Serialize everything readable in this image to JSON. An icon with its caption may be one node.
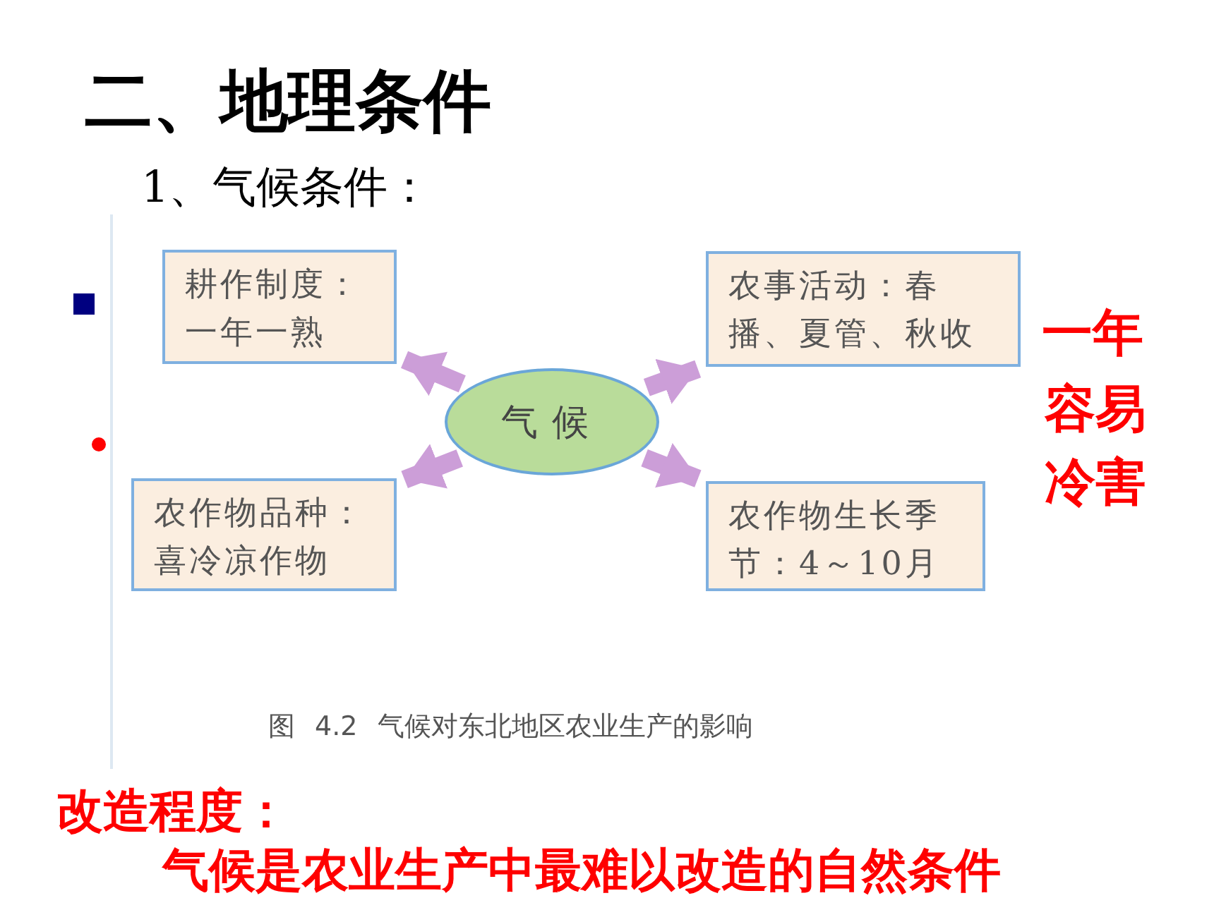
{
  "diagram": {
    "title": "二、地理条件",
    "caption": "图 4.2 气候对东北地区农业生产的影响",
    "nodes": [
      {
        "text": [
          "耕作制度：一年一熟"
        ]
      },
      {
        "text": [
          "农事活动：春播、夏管、秋收"
        ]
      },
      {
        "text": [
          "气候"
        ]
      },
      {
        "text": [
          "农作物品种：喜冷凉作物"
        ]
      },
      {
        "text": [
          "农作物生长季节：4～10月"
        ]
      }
    ],
    "edges": [
      {
        "from": 2,
        "to": 0,
        "arrow": "to"
      },
      {
        "from": 2,
        "to": 1,
        "arrow": "to"
      },
      {
        "from": 2,
        "to": 3,
        "arrow": "to"
      },
      {
        "from": 2,
        "to": 4,
        "arrow": "to"
      }
    ],
    "labels": [
      "1、气候条件：",
      "一年",
      "容易",
      "冷害",
      "改造程度：",
      "气候是农业生产中最难以改造的自然条件"
    ]
  }
}
